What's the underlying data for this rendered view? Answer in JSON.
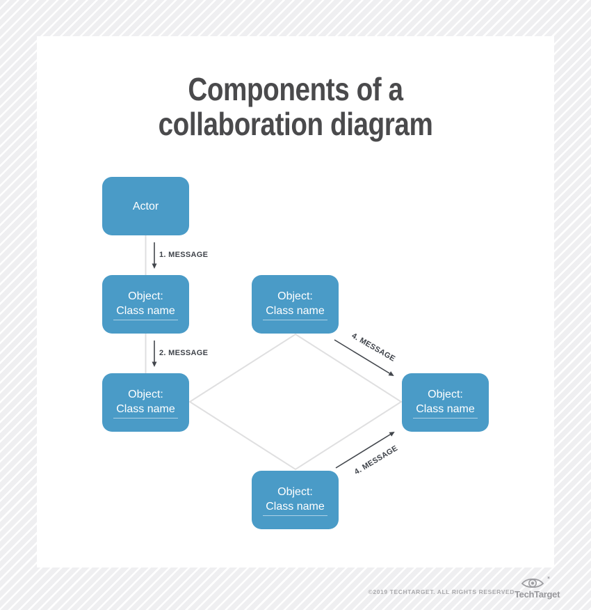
{
  "title": {
    "line1": "Components of a",
    "line2": "collaboration diagram"
  },
  "nodes": {
    "actor": {
      "label": "Actor"
    },
    "object_left_middle": {
      "title": "Object:",
      "name": "Class name"
    },
    "object_left_bottom": {
      "title": "Object:",
      "name": "Class name"
    },
    "object_center_top": {
      "title": "Object:",
      "name": "Class name"
    },
    "object_right": {
      "title": "Object:",
      "name": "Class name"
    },
    "object_center_bottom": {
      "title": "Object:",
      "name": "Class name"
    }
  },
  "messages": {
    "message1": "1. MESSAGE",
    "message2": "2. MESSAGE",
    "message4_upper": "4. MESSAGE",
    "message4_lower": "4. MESSAGE"
  },
  "footer": {
    "copyright": "©2019 TECHTARGET. ALL RIGHTS RESERVED",
    "brand": "TechTarget"
  },
  "colors": {
    "node_fill": "#4a9bc7",
    "node_text": "#ffffff",
    "title_text": "#4a4a4c",
    "arrow_dark": "#42464c",
    "connector_gray": "#dfdfe0",
    "background_gray": "#efeff1",
    "card_white": "#ffffff",
    "footer_gray": "#a9a9ac"
  }
}
